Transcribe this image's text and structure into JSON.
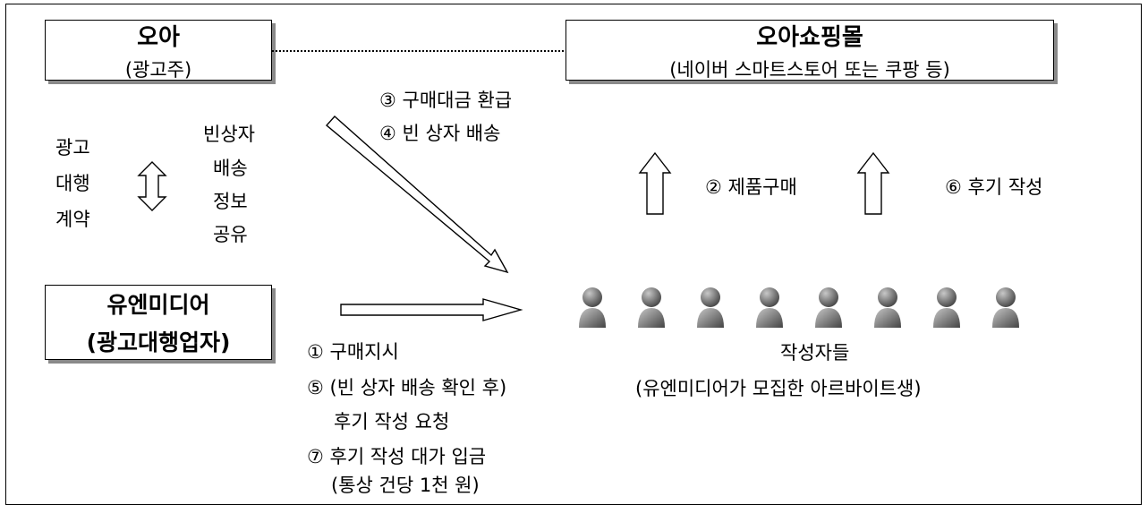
{
  "advertiser": {
    "name": "오아",
    "role": "(광고주)"
  },
  "mall": {
    "name": "오아쇼핑몰",
    "platforms": "(네이버 스마트스토어 또는 쿠팡 등)"
  },
  "agency": {
    "name": "유엔미디어",
    "role": "(광고대행업자)"
  },
  "contract_label": [
    "광고",
    "대행",
    "계약"
  ],
  "box_info_label": [
    "빈상자",
    "배송",
    "정보",
    "공유"
  ],
  "refund_steps": [
    "③ 구매대금 환급",
    "④ 빈 상자 배송"
  ],
  "purchase_step": "② 제품구매",
  "review_step": "⑥ 후기 작성",
  "agency_steps": {
    "instruct": "① 구매지시",
    "request_line1": "⑤ (빈 상자 배송 확인 후)",
    "request_line2": "후기 작성 요청",
    "payment_line1": "⑦ 후기 작성 대가 입금",
    "payment_line2": "(통상 건당 1천 원)"
  },
  "writers": {
    "title": "작성자들",
    "subtitle": "(유엔미디어가 모집한 아르바이트생)",
    "count": 8
  },
  "colors": {
    "person_light": "#c8c8c8",
    "person_dark": "#444444",
    "shadow": "#8a8a8a"
  }
}
